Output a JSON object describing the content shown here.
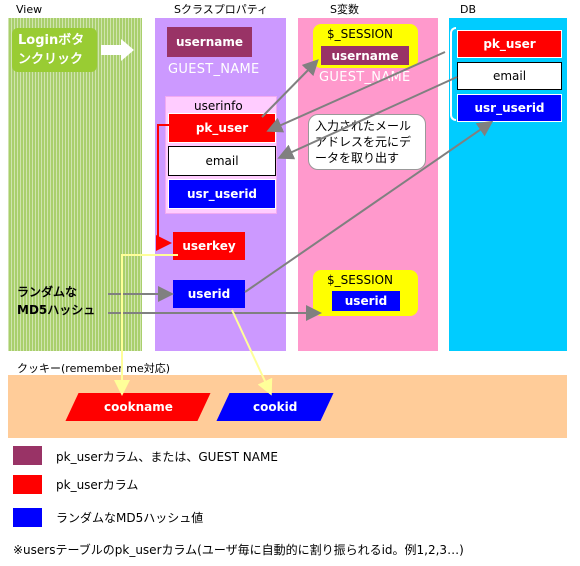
{
  "columns": {
    "view": "View",
    "s_class": "Sクラスプロパティ",
    "s_var": "S変数",
    "db": "DB"
  },
  "view": {
    "login_button": "Loginボタンクリック",
    "random_md5": "ランダムな\nMD5ハッシュ"
  },
  "s_class": {
    "username": "username",
    "guest_name": "GUEST_NAME",
    "userinfo_label": "userinfo",
    "pk_user": "pk_user",
    "email": "email",
    "usr_userid": "usr_userid",
    "userkey": "userkey",
    "userid": "userid"
  },
  "s_var": {
    "session_title_1": "$_SESSION",
    "session_username": "username",
    "guest_name": "GUEST_NAME",
    "callout": "入力されたメールアドレスを元にデータを取り出す",
    "session_title_2": "$_SESSION",
    "session_userid": "userid"
  },
  "db": {
    "pk_user": "pk_user",
    "email": "email",
    "usr_userid": "usr_userid"
  },
  "cookie": {
    "label": "クッキー(remember me対応)",
    "cookname": "cookname",
    "cookid": "cookid"
  },
  "legend": [
    {
      "text": "pk_userカラム、または、GUEST NAME",
      "color": "#993366"
    },
    {
      "text": "pk_userカラム",
      "color": "#ff0000"
    },
    {
      "text": "ランダムなMD5ハッシュ値",
      "color": "#0000ff"
    }
  ],
  "footnote": "※usersテーブルのpk_userカラム(ユーザ毎に自動的に割り振られるid。例1,2,3…)"
}
